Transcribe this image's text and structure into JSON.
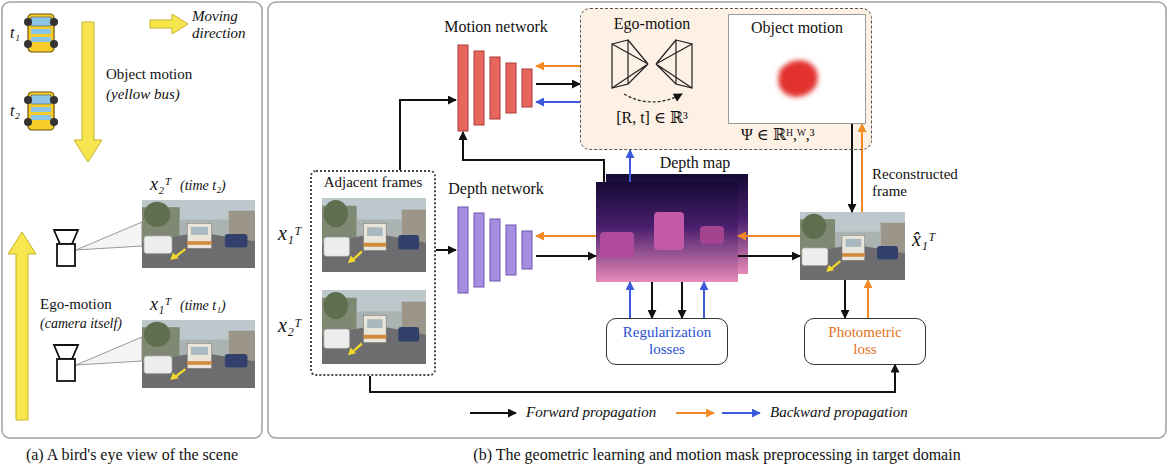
{
  "diagram": {
    "nodes": [
      {
        "text": [
          "Adjacent frames"
        ]
      },
      {
        "text": [
          "Motion network"
        ]
      },
      {
        "text": [
          "Depth network"
        ]
      },
      {
        "text": [
          "Ego-motion",
          "[R, t] ∈ ℝ³"
        ]
      },
      {
        "text": [
          "Object motion",
          "Ψ ∈ ℝᴴ,ᵂ,³"
        ],
        "in": 3
      },
      {
        "text": [
          "Depth map"
        ]
      },
      {
        "text": [
          "Reconstructed frame",
          "x̂₁ᵀ"
        ]
      },
      {
        "text": [
          "Regularization losses"
        ]
      },
      {
        "text": [
          "Photometric loss"
        ]
      }
    ],
    "edges": [
      {
        "from": 0,
        "to": 1,
        "arrow": "to"
      },
      {
        "from": 0,
        "to": 2,
        "arrow": "to"
      },
      {
        "from": 1,
        "to": 3,
        "arrow": "to"
      },
      {
        "from": 3,
        "to": 1,
        "arrow": "to"
      },
      {
        "from": 3,
        "to": 1,
        "arrow": "to"
      },
      {
        "from": 2,
        "to": 5,
        "arrow": "to"
      },
      {
        "from": 5,
        "to": 2,
        "arrow": "to"
      },
      {
        "from": 5,
        "to": 1,
        "arrow": "to"
      },
      {
        "from": 5,
        "to": 3,
        "arrow": "to"
      },
      {
        "from": 7,
        "to": 5,
        "arrow": "to"
      },
      {
        "from": 5,
        "to": 7,
        "arrow": "to"
      },
      {
        "from": 5,
        "to": 7,
        "arrow": "to"
      },
      {
        "from": 7,
        "to": 5,
        "arrow": "to"
      },
      {
        "from": 5,
        "to": 6,
        "arrow": "to"
      },
      {
        "from": 6,
        "to": 5,
        "arrow": "to"
      },
      {
        "from": 4,
        "to": 6,
        "arrow": "to"
      },
      {
        "from": 6,
        "to": 4,
        "arrow": "to"
      },
      {
        "from": 6,
        "to": 8,
        "arrow": "to"
      },
      {
        "from": 8,
        "to": 6,
        "arrow": "to"
      },
      {
        "from": 0,
        "to": 8,
        "arrow": "to"
      }
    ],
    "labels": [
      "t₁",
      "t₂",
      "Object motion",
      "(yellow bus)",
      "x₂ᵀ",
      "(time t₂)",
      "x₁ᵀ",
      "(time t₁)",
      "Ego-motion",
      "(camera itself)",
      "x₁ᵀ",
      "x₂ᵀ",
      "(a) A bird's eye view of the scene",
      "(b) The geometric learning and motion mask preprocessing in target domain"
    ],
    "legend": [
      {
        "text": "Moving direction"
      },
      {
        "text": "Forward propagation"
      },
      {
        "text": "Backward propagation"
      }
    ]
  }
}
